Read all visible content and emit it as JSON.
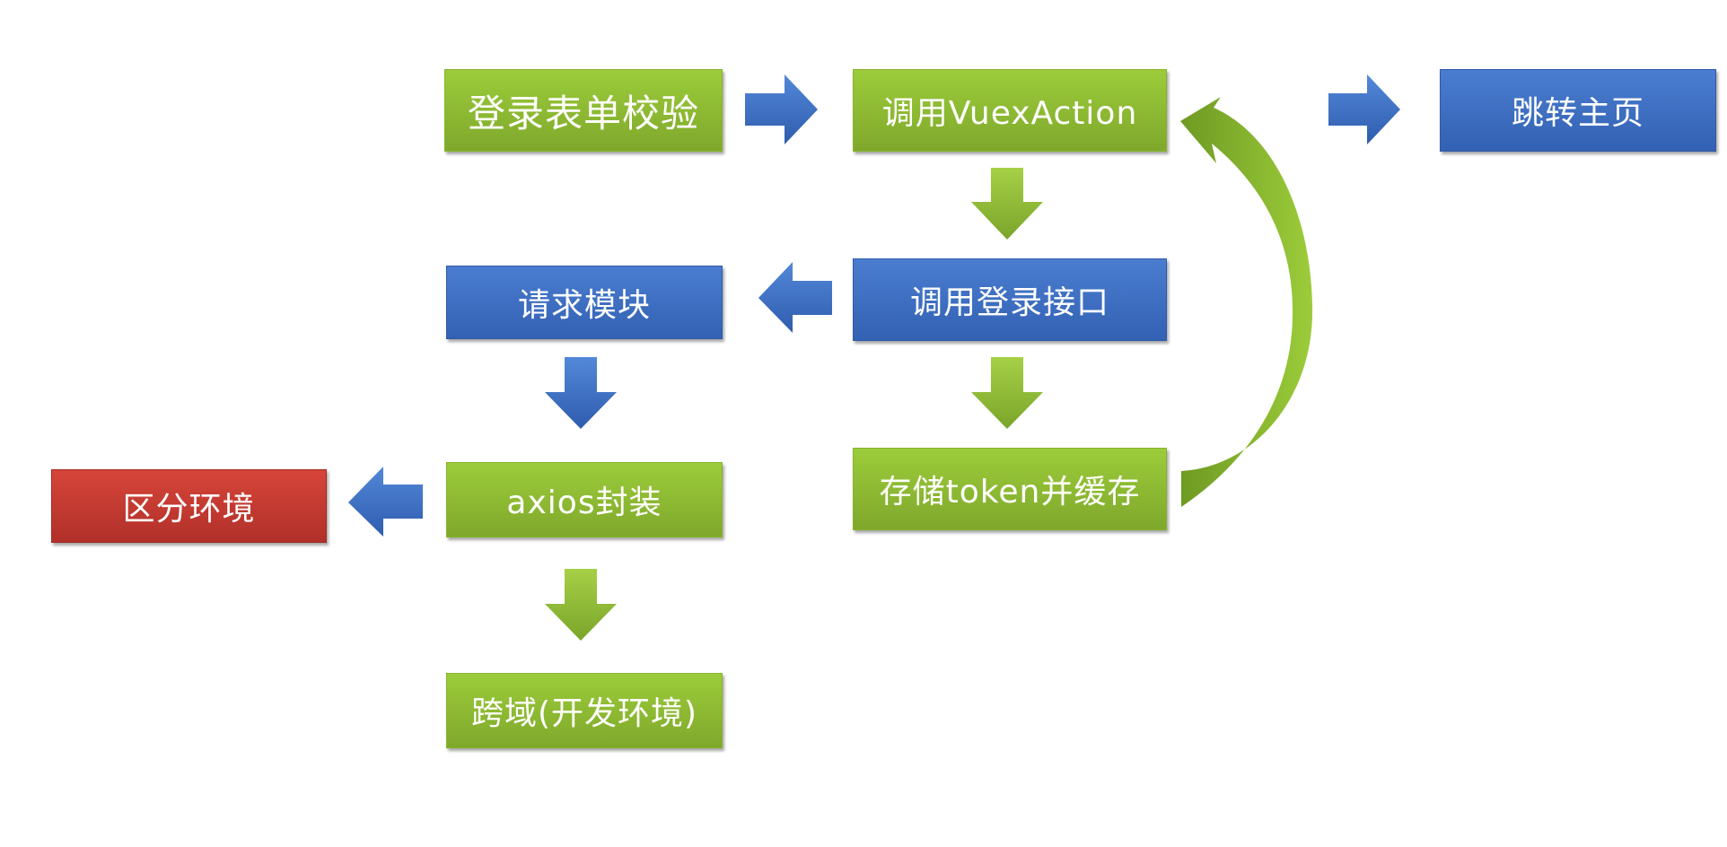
{
  "nodes": {
    "form_validation": "登录表单校验",
    "call_vuex_action": "调用VuexAction",
    "jump_home": "跳转主页",
    "request_module": "请求模块",
    "call_login_api": "调用登录接口",
    "distinguish_env": "区分环境",
    "axios_wrap": "axios封装",
    "store_token": "存储token并缓存",
    "cross_domain": "跨域(开发环境)"
  },
  "colors": {
    "green": "#8bbd35",
    "blue": "#3d6ec4",
    "red": "#c23a30"
  }
}
